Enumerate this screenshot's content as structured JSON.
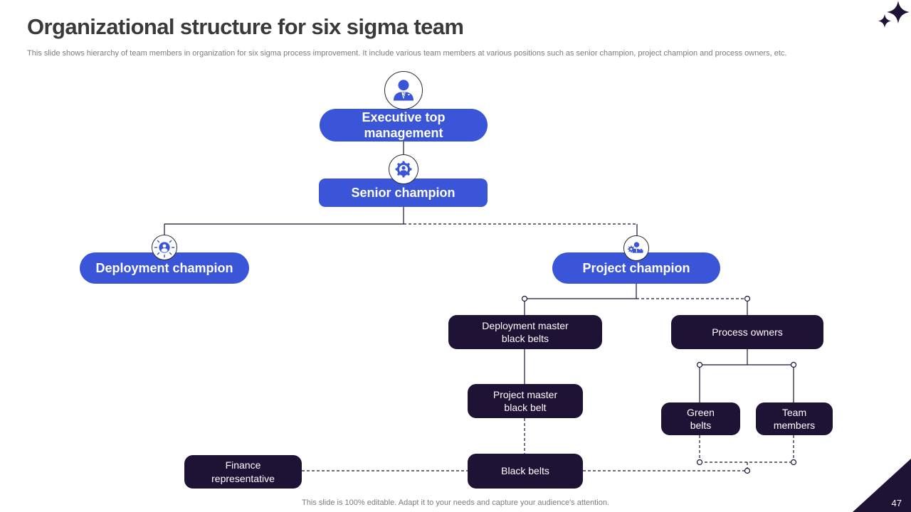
{
  "header": {
    "title": "Organizational structure for six sigma team",
    "subtitle": "This slide shows hierarchy of team members in organization for six sigma process improvement. It include various team members at various positions such as senior champion, project champion and process owners, etc."
  },
  "footer": {
    "note": "This slide is 100% editable. Adapt it to your needs and capture your audience's attention.",
    "page_number": "47"
  },
  "colors": {
    "primary_blue": "#3B55D9",
    "dark_navy": "#1E1235",
    "title_text": "#3a3a3a",
    "muted_text": "#7c7c7c",
    "connector_line": "#1E1235"
  },
  "icons": {
    "executive": "businessman-icon",
    "senior_champion": "gear-person-icon",
    "deployment_champion": "user-spotlight-icon",
    "project_champion": "manager-gear-icon",
    "decoration_top_right": "sparkles-icon"
  },
  "nodes": {
    "executive": {
      "label": "Executive top\nmanagement"
    },
    "senior_champion": {
      "label": "Senior champion"
    },
    "deployment_champion": {
      "label": "Deployment champion"
    },
    "project_champion": {
      "label": "Project champion"
    },
    "deployment_master_black_belts": {
      "label": "Deployment master\nblack belts"
    },
    "process_owners": {
      "label": "Process owners"
    },
    "project_master_black_belt": {
      "label": "Project master\nblack belt"
    },
    "green_belts": {
      "label": "Green\nbelts"
    },
    "team_members": {
      "label": "Team\nmembers"
    },
    "black_belts": {
      "label": "Black belts"
    },
    "finance_representative": {
      "label": "Finance\nrepresentative"
    }
  }
}
